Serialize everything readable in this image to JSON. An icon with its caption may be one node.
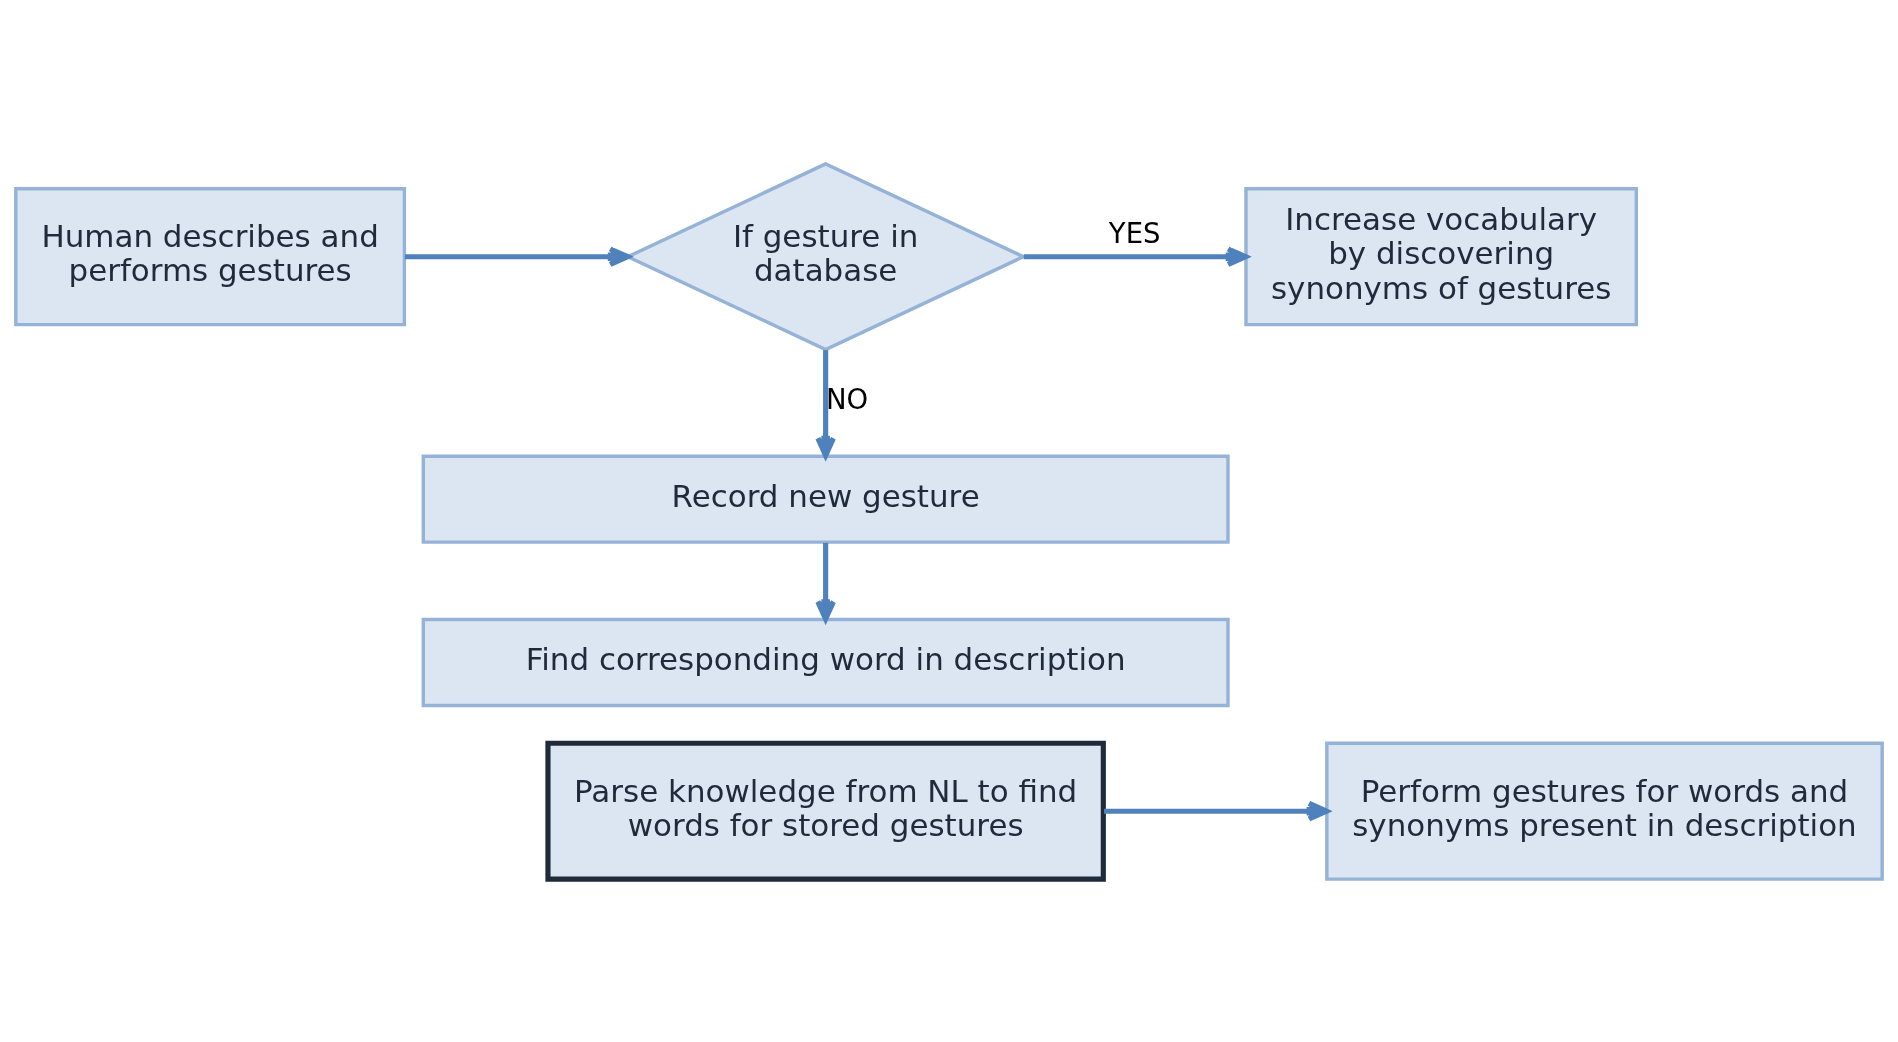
{
  "diagram": {
    "nodes": [
      {
        "text": [
          "Human describes and performs gestures"
        ]
      },
      {
        "text": [
          "If gesture in database"
        ]
      },
      {
        "text": [
          "Increase vocabulary by discovering synonyms of gestures"
        ]
      },
      {
        "text": [
          "Record new gesture"
        ]
      },
      {
        "text": [
          "Find corresponding word in description"
        ]
      },
      {
        "text": [
          "Parse knowledge from NL to find words for stored gestures"
        ]
      },
      {
        "text": [
          "Perform gestures for words and synonyms present in description"
        ]
      }
    ],
    "edges": [
      {
        "from": 0,
        "to": 1,
        "arrow": "to"
      },
      {
        "from": 1,
        "to": 2,
        "arrow": "to",
        "label": "YES"
      },
      {
        "from": 1,
        "to": 3,
        "arrow": "to",
        "label": "NO"
      },
      {
        "from": 3,
        "to": 4,
        "arrow": "to"
      },
      {
        "from": 5,
        "to": 6,
        "arrow": "to"
      }
    ]
  }
}
